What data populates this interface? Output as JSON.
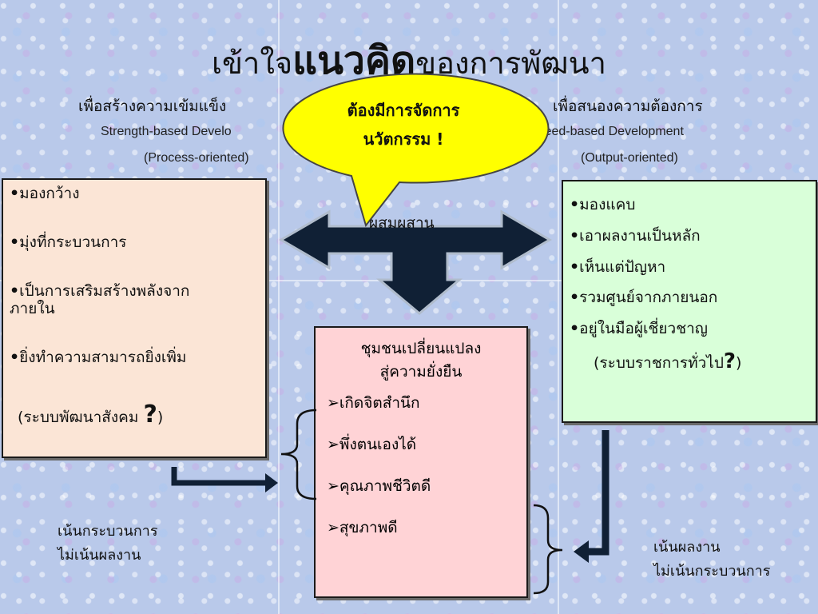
{
  "title": {
    "part1": "เข้าใจ",
    "part2": "แนวคิด",
    "part3": "ของการพัฒนา"
  },
  "left": {
    "heading": "เพื่อสร้างความเข้มแข็ง",
    "subtitle": "Strength-based Develo",
    "orientation": "(Process-oriented)",
    "items": [
      "มองกว้าง",
      "มุ่งที่กระบวนการ",
      "เป็นการเสริมสร้างพลังจาก",
      "ภายใน",
      "ยิ่งทำความสามารถยิ่งเพิ่ม"
    ],
    "footer_open": "(ระบบพัฒนาสังคม ",
    "footer_q": "?",
    "footer_close": ")"
  },
  "right": {
    "heading": "เพื่อสนองความต้องการ",
    "subtitle": "Need-based Development",
    "orientation": "(Output-oriented)",
    "items": [
      "มองแคบ",
      "เอาผลงานเป็นหลัก",
      "เห็นแต่ปัญหา",
      "รวมศูนย์จากภายนอก",
      "อยู่ในมือผู้เชี่ยวชาญ"
    ],
    "footer_open": "(ระบบราชการทั่วไป",
    "footer_q": "?",
    "footer_close": ")"
  },
  "callout": {
    "line1": "ต้องมีการจัดการ",
    "line2": "นวัตกรรม !"
  },
  "arrow_label": "ผสมผสาน",
  "middle": {
    "heading1": "ชุมชนเปลี่ยนแปลง",
    "heading2": "สู่ความยั่งยืน",
    "items": [
      "เกิดจิตสำนึก",
      "พึ่งตนเองได้",
      "คุณภาพชีวิตดี",
      "สุขภาพดี"
    ]
  },
  "note_left": {
    "line1": "เน้นกระบวนการ",
    "line2": "ไม่เน้นผลงาน"
  },
  "note_right": {
    "line1": "เน้นผลงาน",
    "line2": "ไม่เน้นกระบวนการ"
  },
  "colors": {
    "left_box": "#fbe5d6",
    "right_box": "#d9ffd9",
    "middle_box": "#ffd3d6",
    "callout": "#ffff00",
    "arrow": "#102035"
  }
}
